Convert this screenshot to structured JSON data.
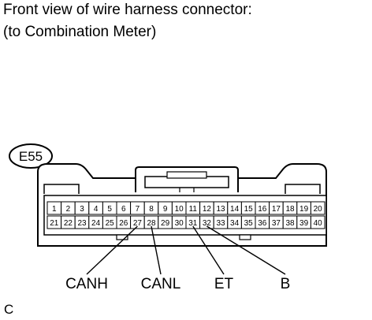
{
  "title": {
    "line1": "Front view of wire harness connector:",
    "line2": "(to Combination Meter)"
  },
  "connector": {
    "id": "E55",
    "row_top": [
      "1",
      "2",
      "3",
      "4",
      "5",
      "6",
      "7",
      "8",
      "9",
      "10",
      "11",
      "12",
      "13",
      "14",
      "15",
      "16",
      "17",
      "18",
      "19",
      "20"
    ],
    "row_bottom": [
      "21",
      "22",
      "23",
      "24",
      "25",
      "26",
      "27",
      "28",
      "29",
      "30",
      "31",
      "32",
      "33",
      "34",
      "35",
      "36",
      "37",
      "38",
      "39",
      "40"
    ]
  },
  "signals": [
    {
      "label": "CANH",
      "pin": 27
    },
    {
      "label": "CANL",
      "pin": 28
    },
    {
      "label": "ET",
      "pin": 31
    },
    {
      "label": "B",
      "pin": 32
    }
  ],
  "figure_code": "C"
}
